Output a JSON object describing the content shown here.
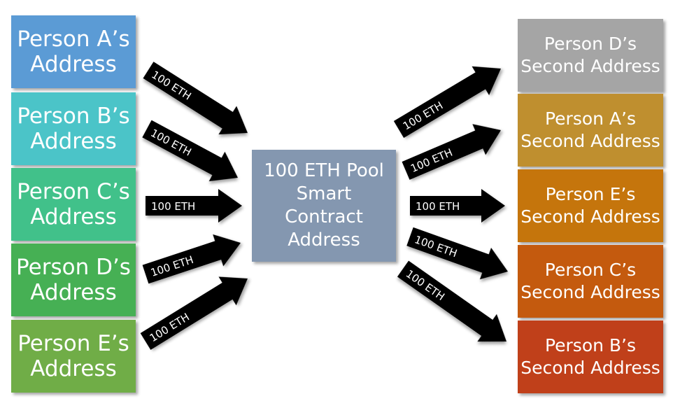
{
  "sources": [
    {
      "id": "a",
      "line1": "Person A’s",
      "line2": "Address",
      "color": "#5b9bd5"
    },
    {
      "id": "b",
      "line1": "Person B’s",
      "line2": "Address",
      "color": "#4bc4c8"
    },
    {
      "id": "c",
      "line1": "Person C’s",
      "line2": "Address",
      "color": "#41c18a"
    },
    {
      "id": "d",
      "line1": "Person D’s",
      "line2": "Address",
      "color": "#46b054"
    },
    {
      "id": "e",
      "line1": "Person E’s",
      "line2": "Address",
      "color": "#70ad47"
    }
  ],
  "pool": {
    "lines": [
      "100 ETH Pool",
      "Smart",
      "Contract",
      "Address"
    ],
    "color": "#8497b0"
  },
  "destinations": [
    {
      "id": "d",
      "line1": "Person D’s",
      "line2": "Second Address",
      "color": "#a5a5a5"
    },
    {
      "id": "a",
      "line1": "Person A’s",
      "line2": "Second Address",
      "color": "#bf8f2f"
    },
    {
      "id": "e",
      "line1": "Person E’s",
      "line2": "Second Address",
      "color": "#c5750c"
    },
    {
      "id": "c",
      "line1": "Person C’s",
      "line2": "Second Address",
      "color": "#c45a0e"
    },
    {
      "id": "b",
      "line1": "Person B’s",
      "line2": "Second Address",
      "color": "#c0401a"
    }
  ],
  "arrows": {
    "in": [
      {
        "from": "a",
        "label": "100 ETH"
      },
      {
        "from": "b",
        "label": "100 ETH"
      },
      {
        "from": "c",
        "label": "100 ETH"
      },
      {
        "from": "d",
        "label": "100 ETH"
      },
      {
        "from": "e",
        "label": "100 ETH"
      }
    ],
    "out": [
      {
        "to": "d",
        "label": "100 ETH"
      },
      {
        "to": "a",
        "label": "100 ETH"
      },
      {
        "to": "e",
        "label": "100 ETH"
      },
      {
        "to": "c",
        "label": "100 ETH"
      },
      {
        "to": "b",
        "label": "100 ETH"
      }
    ],
    "color": "#000000",
    "label_color": "#ffffff"
  }
}
